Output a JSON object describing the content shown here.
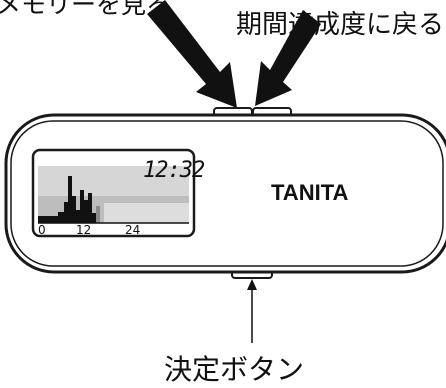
{
  "labels": {
    "top_left": "メモリーを見る",
    "top_right": "期間達成度に戻る",
    "bottom": "決定ボタン"
  },
  "device": {
    "brand": "TANITA",
    "clock": "12:32",
    "axis_ticks": [
      "0",
      "12",
      "24"
    ]
  },
  "colors": {
    "body_outline": "#1a1a1a",
    "screen_bg": "#d9d9d9",
    "screen_band": "#bdbdbd",
    "bars": "#111111",
    "current_bar": "#8a8a8a"
  },
  "icons": [
    "arrow-icon"
  ]
}
